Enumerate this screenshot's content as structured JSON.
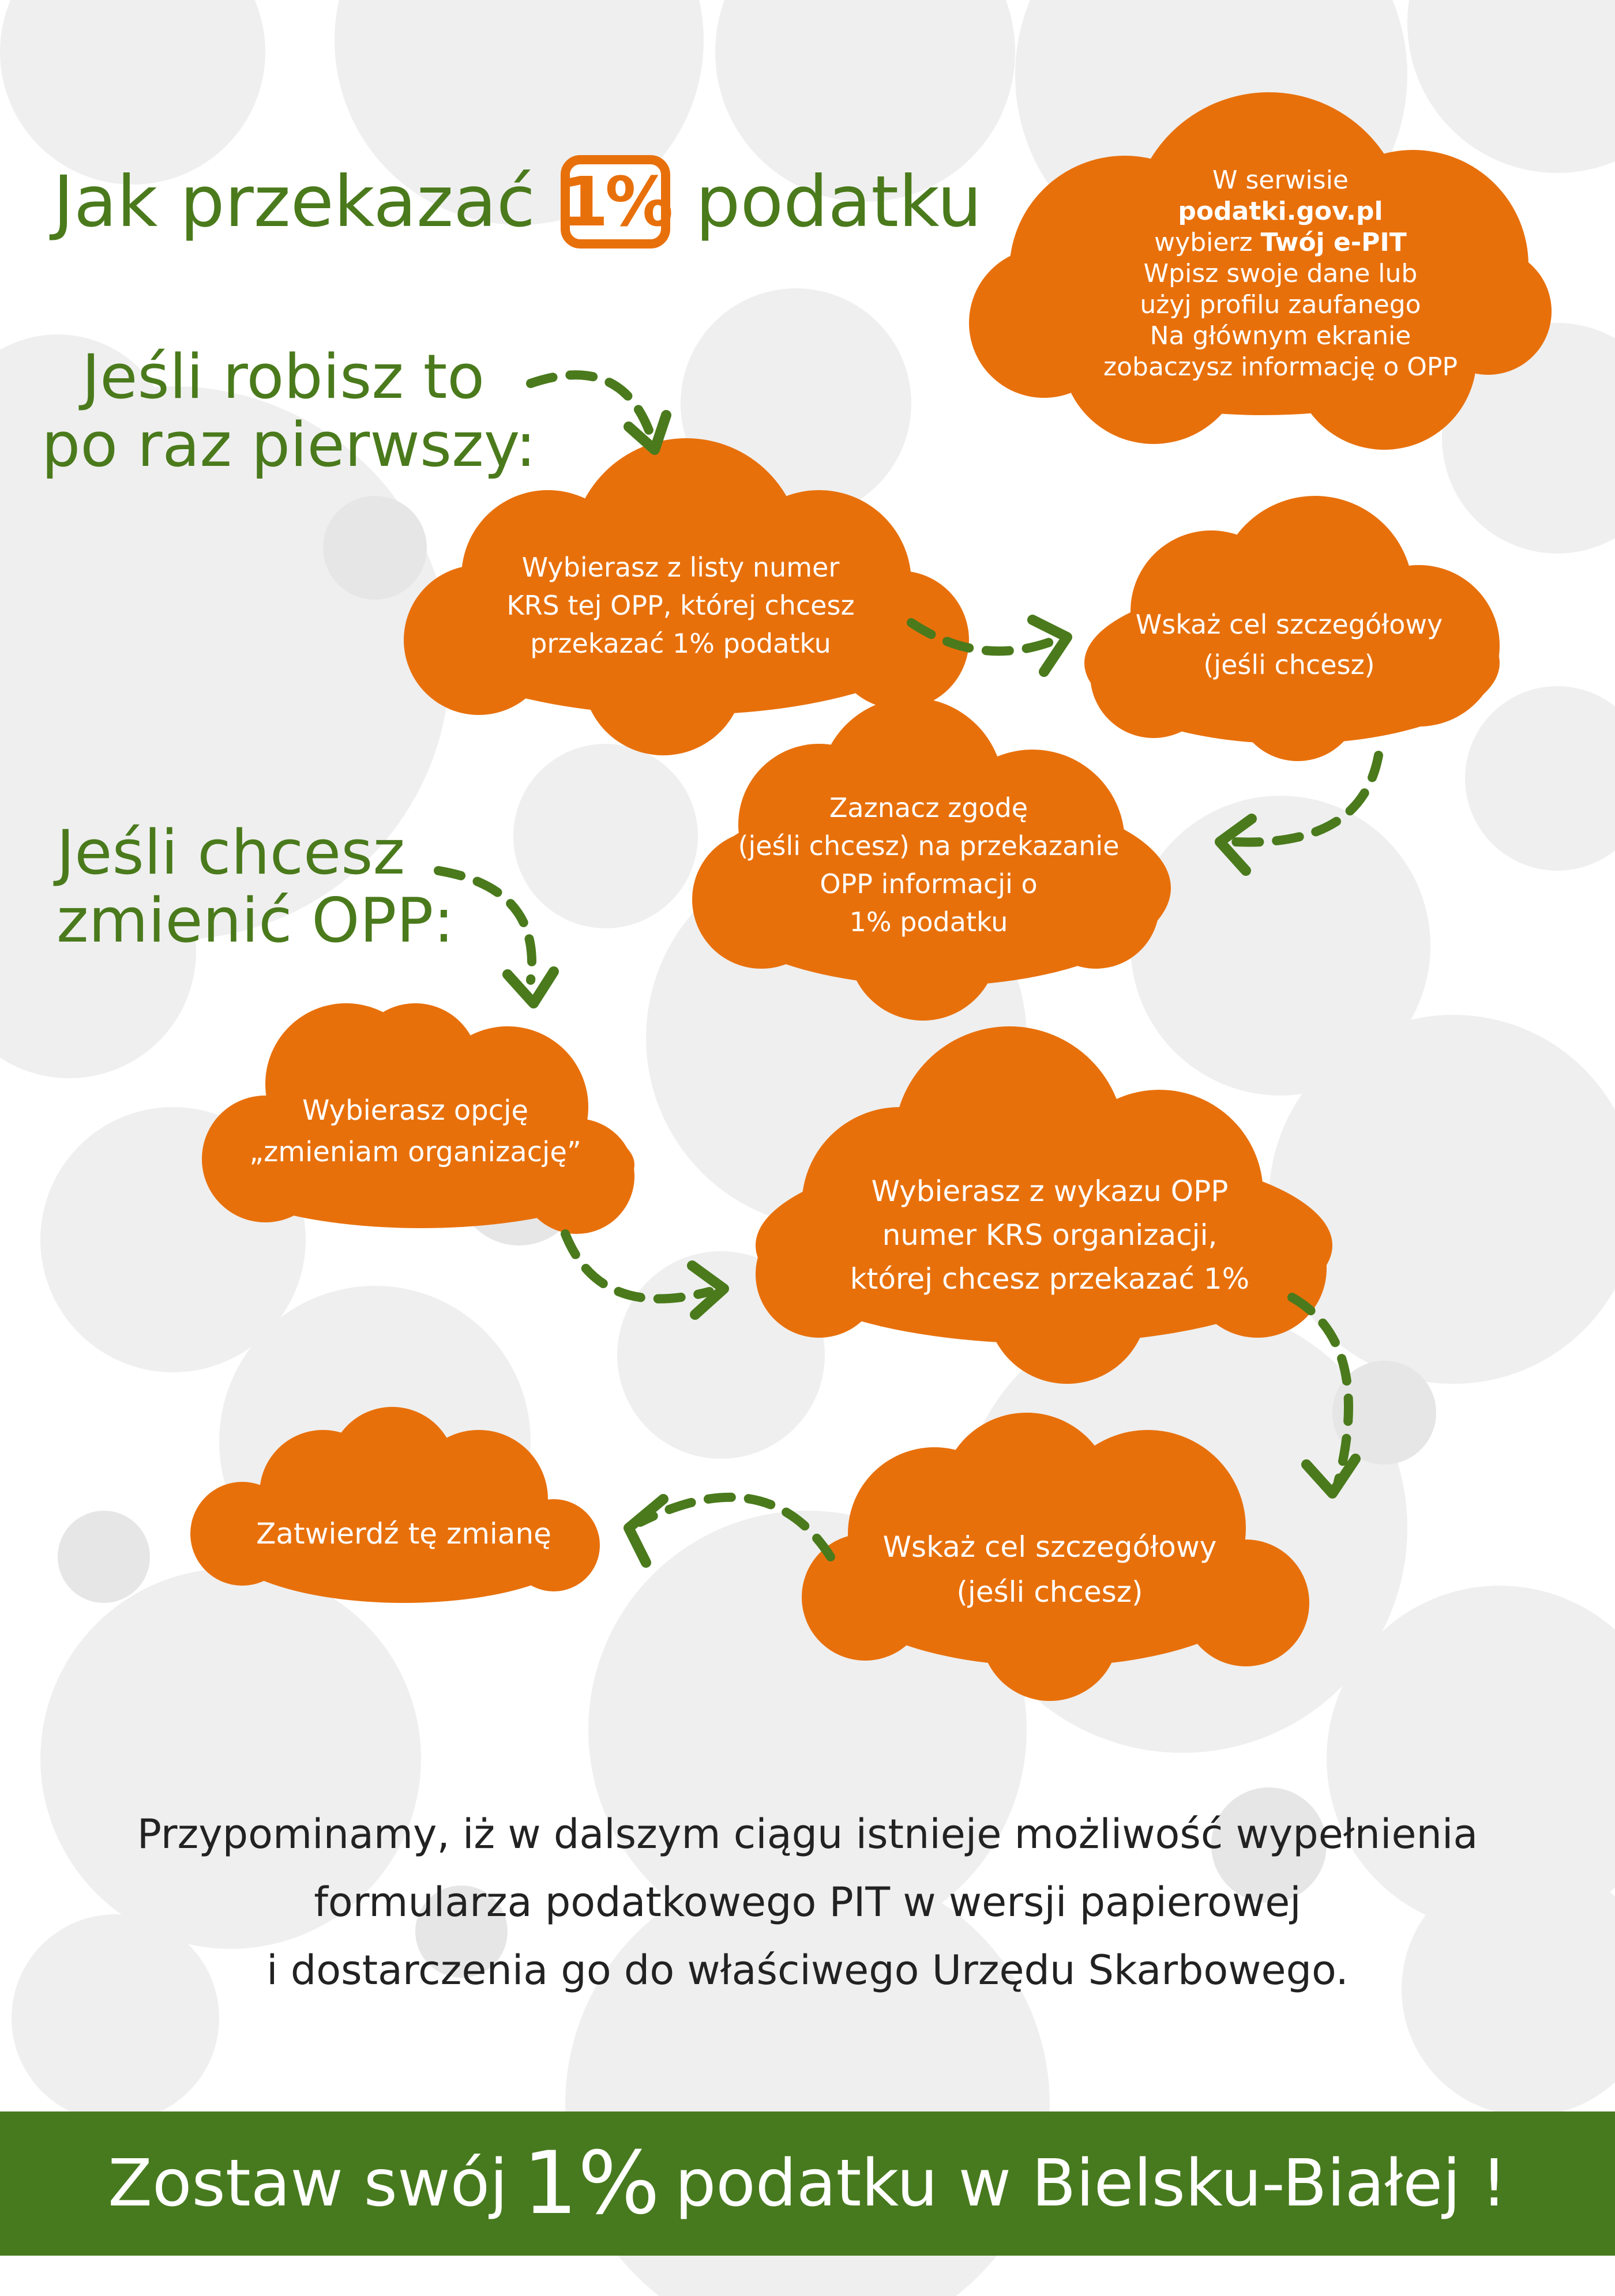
{
  "colors": {
    "green": "#4a7a1c",
    "orange": "#e8700b",
    "footer_green": "#477a1e",
    "bg_circle": "#eeeeee"
  },
  "title": {
    "prefix": "Jak przekazać",
    "badge": "1%",
    "suffix": "podatku"
  },
  "section_first": {
    "line1": "Jeśli robisz to",
    "line2": "po raz pierwszy:"
  },
  "section_change": {
    "line1": "Jeśli chcesz",
    "line2": "zmienić OPP:"
  },
  "cloud_top": {
    "l1": "W serwisie",
    "l2": "podatki.gov.pl",
    "l3_pre": "wybierz ",
    "l3_bold": "Twój e-PIT",
    "l4": "Wpisz swoje dane lub",
    "l5": "użyj profilu zaufanego",
    "l6": "Na głównym ekranie",
    "l7": "zobaczysz informację o OPP"
  },
  "cloud_krs": {
    "l1": "Wybierasz z listy numer",
    "l2": "KRS tej OPP, której chcesz",
    "l3": "przekazać 1% podatku"
  },
  "cloud_goal1": {
    "l1": "Wskaż cel szczegółowy",
    "l2": "(jeśli chcesz)"
  },
  "cloud_consent": {
    "l1": "Zaznacz zgodę",
    "l2": "(jeśli chcesz) na przekazanie",
    "l3": "OPP informacji o",
    "l4": "1% podatku"
  },
  "cloud_option": {
    "l1": "Wybierasz opcję",
    "l2": "„zmieniam organizację”"
  },
  "cloud_list": {
    "l1": "Wybierasz z wykazu OPP",
    "l2": "numer KRS organizacji,",
    "l3": "której chcesz przekazać 1%"
  },
  "cloud_goal2": {
    "l1": "Wskaż cel szczegółowy",
    "l2": "(jeśli chcesz)"
  },
  "cloud_confirm": {
    "l1": "Zatwierdź tę zmianę"
  },
  "note": {
    "l1": "Przypominamy, iż w dalszym ciągu istnieje możliwość wypełnienia",
    "l2": "formularza podatkowego PIT w wersji papierowej",
    "l3": "i dostarczenia go do właściwego Urzędu Skarbowego."
  },
  "footer": {
    "pre": "Zostaw swój",
    "big": "1%",
    "post": "podatku w Bielsku-Białej !"
  }
}
